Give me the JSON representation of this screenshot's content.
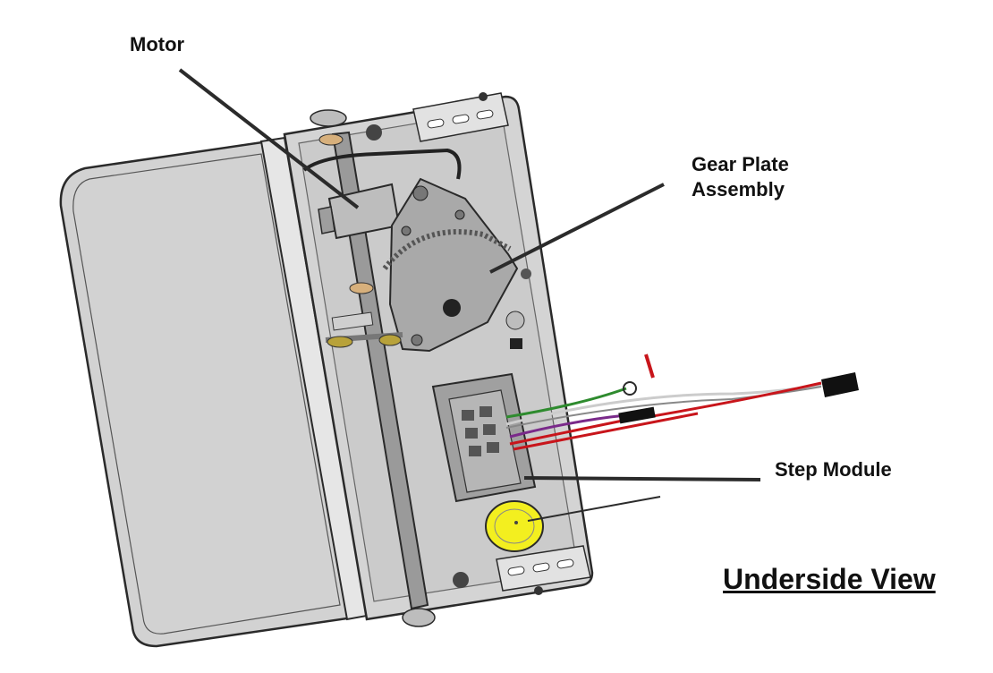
{
  "labels": {
    "motor": "Motor",
    "gear_plate_line1": "Gear Plate",
    "gear_plate_line2": "Assembly",
    "step_module": "Step Module",
    "view_title": "Underside View"
  },
  "colors": {
    "housing": "#d4d4d4",
    "housing_dark": "#b8b8b8",
    "outline": "#2a2a2a",
    "leader": "#2b2b2b",
    "brass": "#d7b07c",
    "yellow_cap": "#f3ef1f",
    "wire_red": "#c8151b",
    "wire_green": "#2e8b2e",
    "wire_purple": "#7a2a8a",
    "wire_white": "#f5f5f5",
    "wire_black": "#111111"
  }
}
